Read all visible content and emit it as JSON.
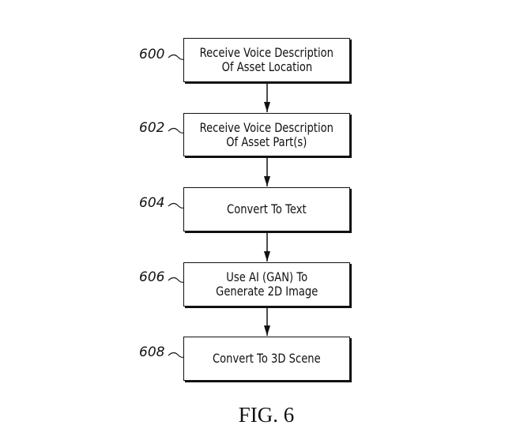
{
  "figure": {
    "caption": "FIG. 6",
    "type": "flowchart"
  },
  "steps": [
    {
      "ref": "600",
      "lines": [
        "Receive Voice Description",
        "Of Asset Location"
      ]
    },
    {
      "ref": "602",
      "lines": [
        "Receive Voice Description",
        "Of Asset Part(s)"
      ]
    },
    {
      "ref": "604",
      "lines": [
        "Convert To Text"
      ]
    },
    {
      "ref": "606",
      "lines": [
        "Use AI (GAN) To",
        "Generate 2D Image"
      ]
    },
    {
      "ref": "608",
      "lines": [
        "Convert To 3D Scene"
      ]
    }
  ],
  "connections": [
    {
      "from": "600",
      "to": "602"
    },
    {
      "from": "602",
      "to": "604"
    },
    {
      "from": "604",
      "to": "606"
    },
    {
      "from": "606",
      "to": "608"
    }
  ],
  "colors": {
    "ink": "#111111",
    "background": "#ffffff"
  }
}
